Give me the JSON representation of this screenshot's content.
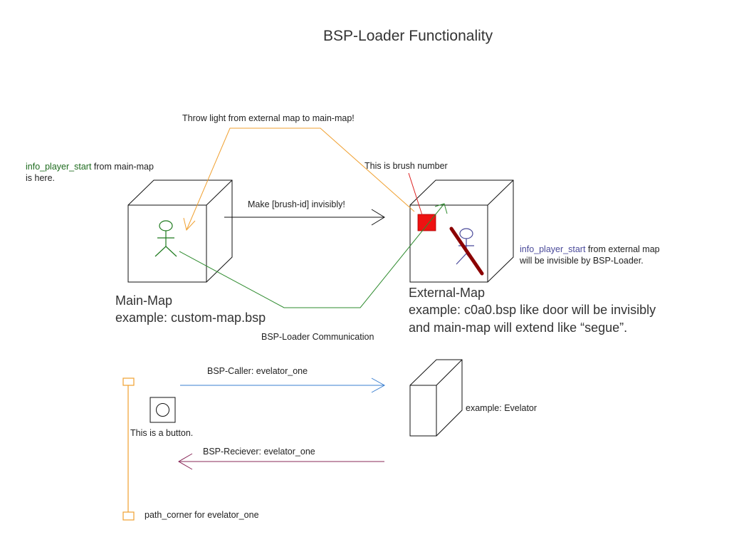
{
  "title": "BSP-Loader Functionality",
  "labels": {
    "throw_light": "Throw light from external map to main-map!",
    "info_main_term": "info_player_start",
    "info_main_rest": " from  main-map",
    "info_main_line2": "is here.",
    "brush_number": "This is brush number",
    "make_invisible": "Make [brush-id] invisibly!",
    "info_ext_term": "info_player_start",
    "info_ext_rest": " from external map",
    "info_ext_line2": "will be invisible by BSP-Loader.",
    "main_map_title": "Main-Map",
    "main_map_example": "example: custom-map.bsp",
    "ext_map_title": "External-Map",
    "ext_map_line1": "example: c0a0.bsp like door will be invisibly",
    "ext_map_line2": "and main-map will extend like “segue”.",
    "communication": "BSP-Loader Communication",
    "bsp_caller": "BSP-Caller: evelator_one",
    "example_elevator": "example: Evelator",
    "button_label": "This is a button.",
    "bsp_receiver": "BSP-Reciever: evelator_one",
    "path_corner": "path_corner for evelator_one"
  },
  "colors": {
    "term_green": "#1e6b1e",
    "term_purple": "#4a4a9a",
    "orange": "#f0a030",
    "green_line": "#2e8b2e",
    "blue_arrow": "#3a7fd0",
    "maroon_arrow": "#8a2a5a",
    "brush_red": "#ee1111",
    "dark_red": "#8b0000"
  }
}
